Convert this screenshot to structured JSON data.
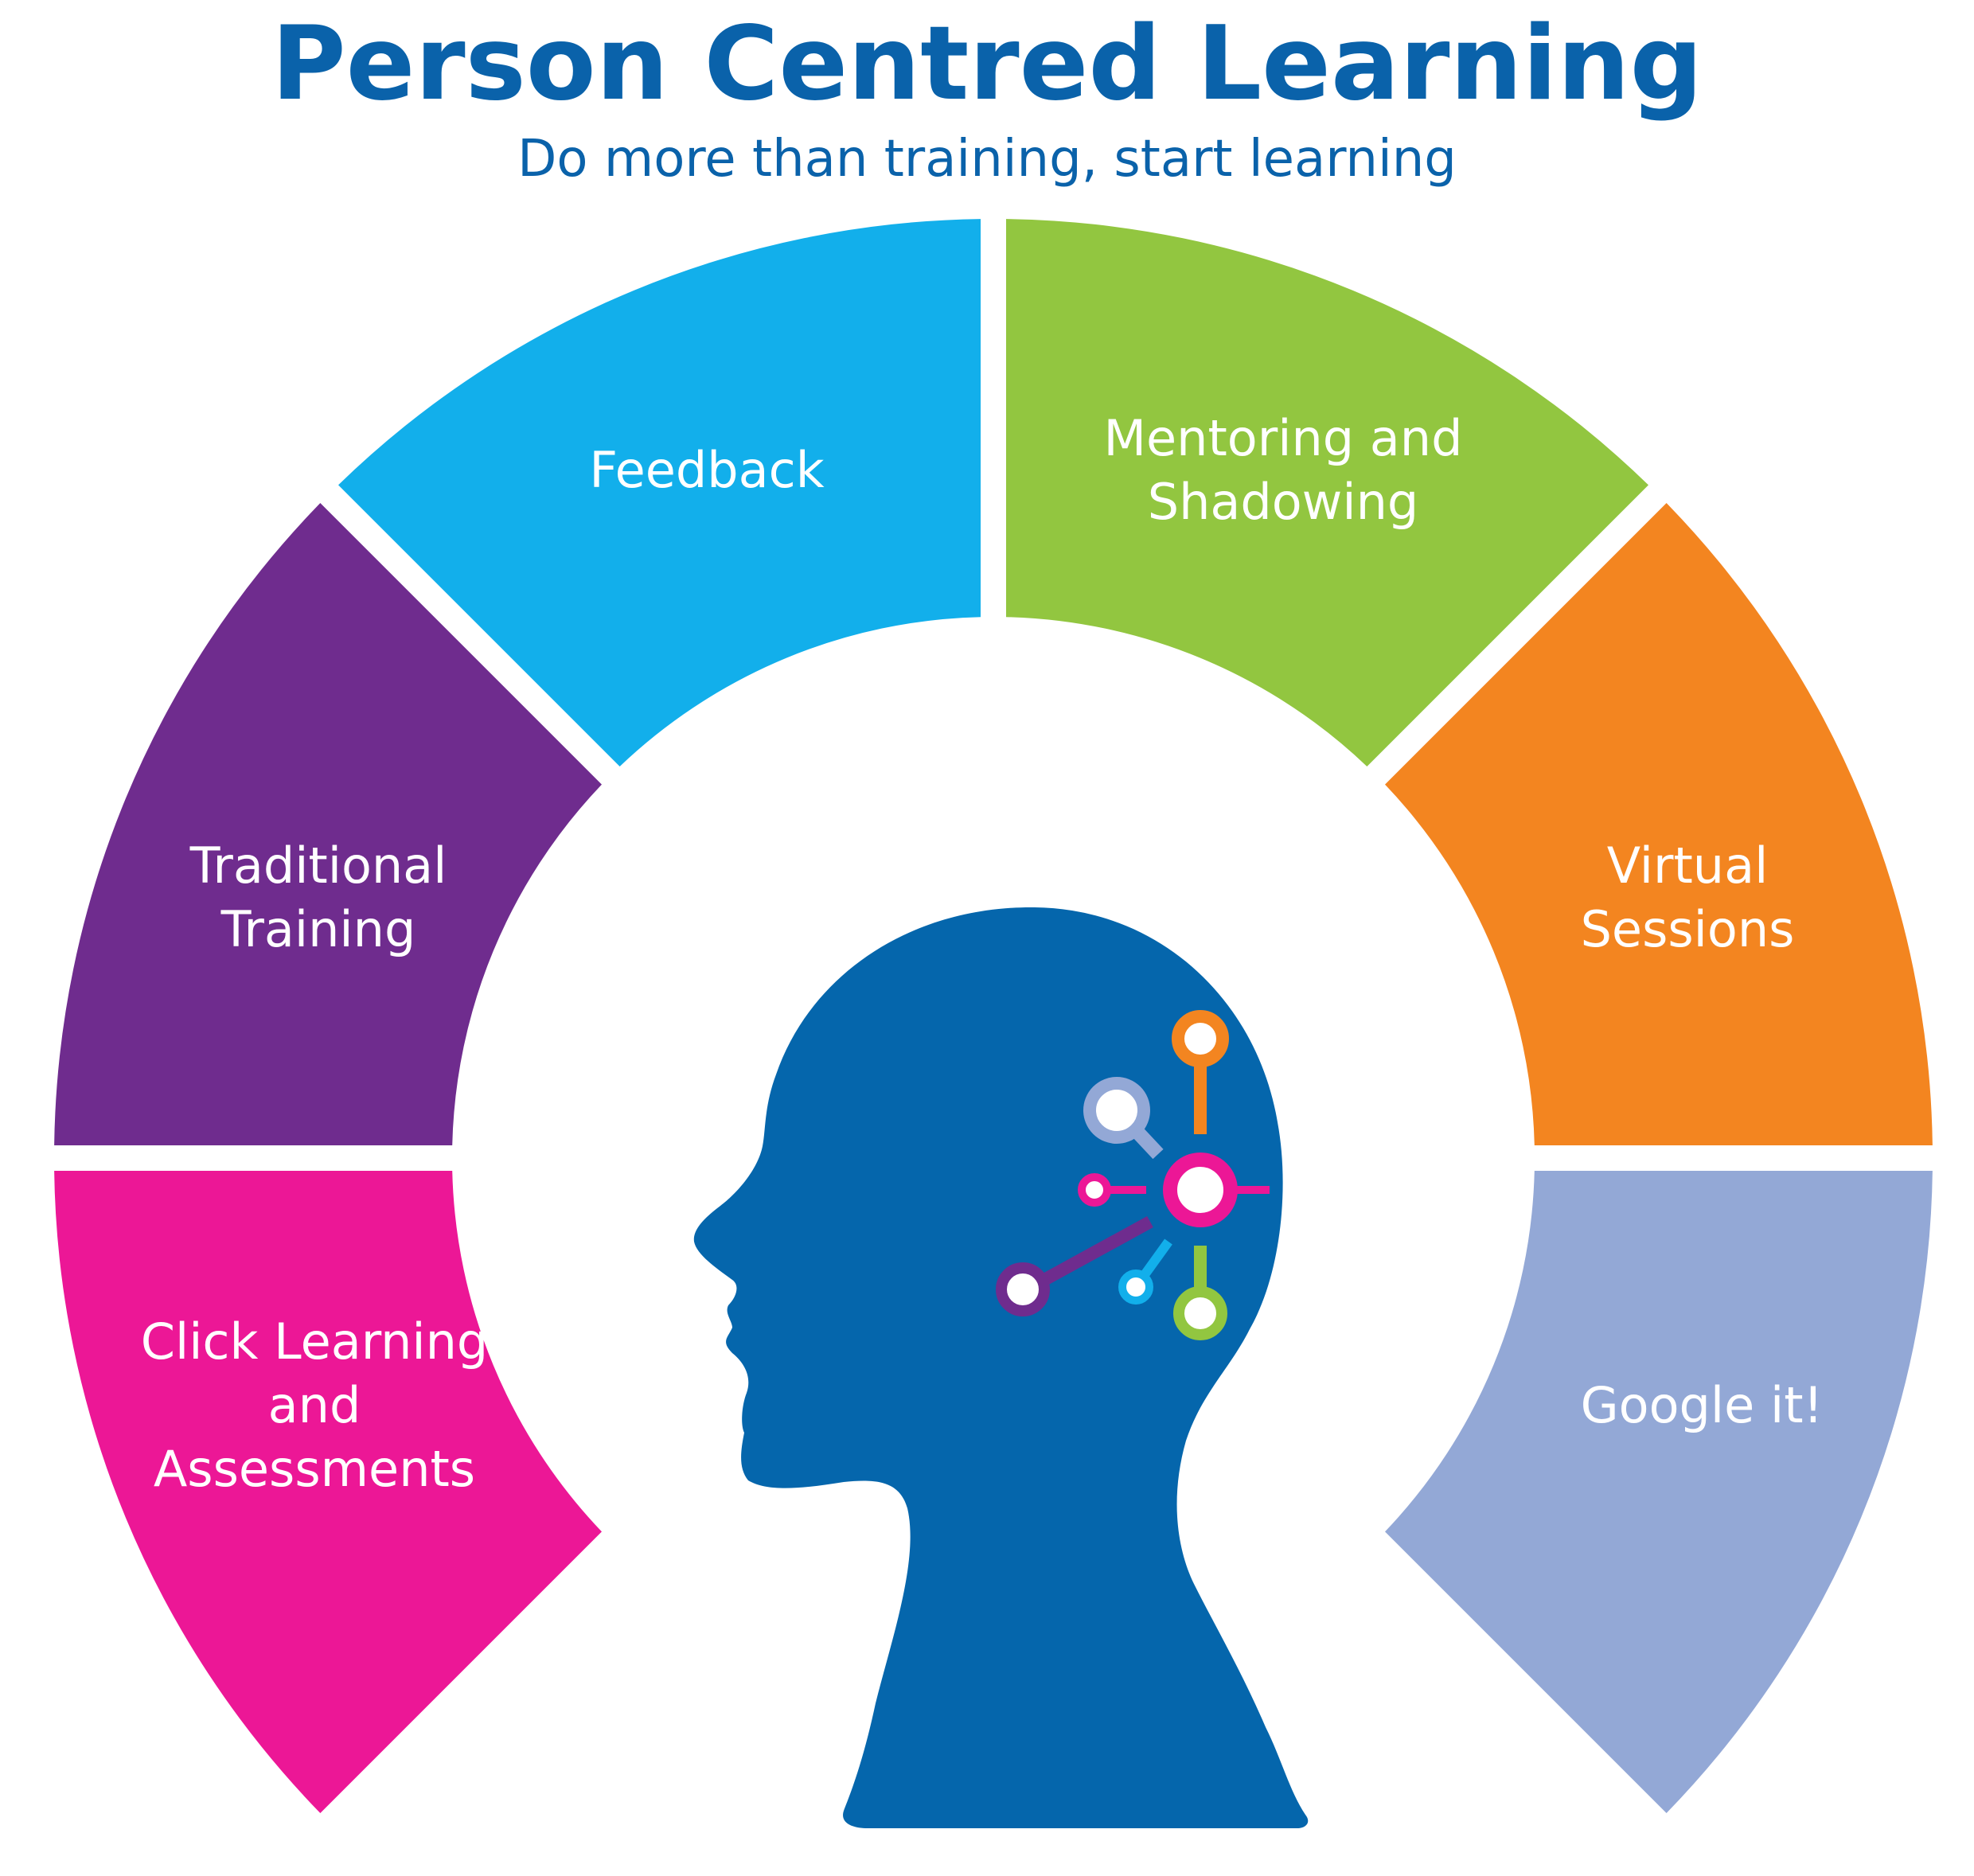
{
  "title": "Person Centred Learning",
  "subtitle": "Do more than training, start learning",
  "segments": [
    {
      "id": "click-learning",
      "lines": [
        "Click Learning",
        "and",
        "Assessments"
      ],
      "color": "#ec1796"
    },
    {
      "id": "traditional-training",
      "lines": [
        "Traditional",
        "Training"
      ],
      "color": "#6f2c8e"
    },
    {
      "id": "feedback",
      "lines": [
        "Feedback"
      ],
      "color": "#12afeb"
    },
    {
      "id": "mentoring",
      "lines": [
        "Mentoring and",
        "Shadowing"
      ],
      "color": "#92c640"
    },
    {
      "id": "virtual-sessions",
      "lines": [
        "Virtual",
        "Sessions"
      ],
      "color": "#f38520"
    },
    {
      "id": "google-it",
      "lines": [
        "Google it!"
      ],
      "color": "#93a8d6"
    }
  ],
  "head": {
    "color": "#0566ac",
    "node_colors": {
      "orange": "#f38520",
      "lavender": "#93a8d6",
      "pink": "#ec1796",
      "purple": "#6f2c8e",
      "blue": "#12afeb",
      "green": "#92c640"
    }
  }
}
